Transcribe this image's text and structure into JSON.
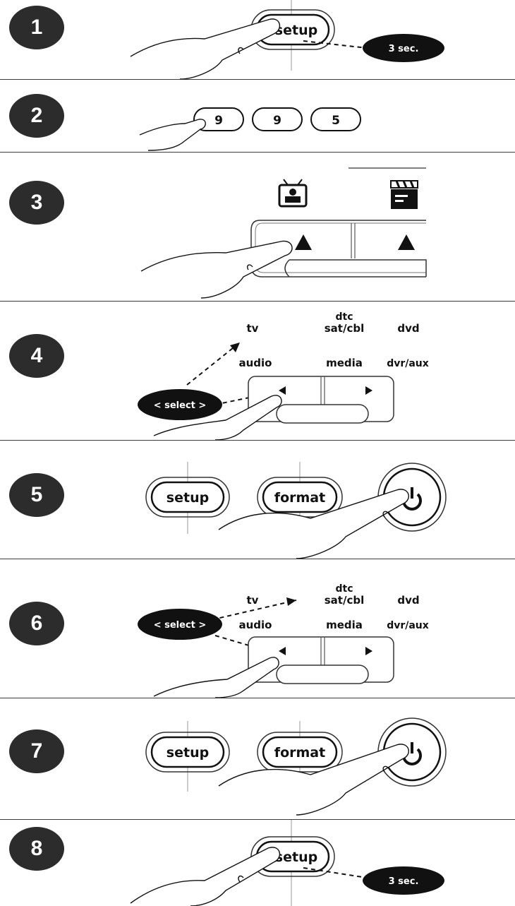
{
  "steps": [
    {
      "number": "1",
      "button": "setup",
      "hold": "3 sec."
    },
    {
      "number": "2",
      "digits": [
        "9",
        "9",
        "5"
      ]
    },
    {
      "number": "3"
    },
    {
      "number": "4",
      "labels": {
        "tv": "tv",
        "dtc": "dtc",
        "satcbl": "sat/cbl",
        "dvd": "dvd",
        "audio": "audio",
        "media": "media",
        "dvraux": "dvr/aux"
      },
      "select": "< select >"
    },
    {
      "number": "5",
      "buttons": [
        "setup",
        "format"
      ]
    },
    {
      "number": "6",
      "labels": {
        "tv": "tv",
        "dtc": "dtc",
        "satcbl": "sat/cbl",
        "dvd": "dvd",
        "audio": "audio",
        "media": "media",
        "dvraux": "dvr/aux"
      },
      "select": "< select >"
    },
    {
      "number": "7",
      "buttons": [
        "setup",
        "format"
      ]
    },
    {
      "number": "8",
      "button": "setup",
      "hold": "3 sec."
    }
  ],
  "icons": [
    "tv-icon",
    "movie-clapper-icon",
    "power-icon",
    "hand-icon"
  ]
}
